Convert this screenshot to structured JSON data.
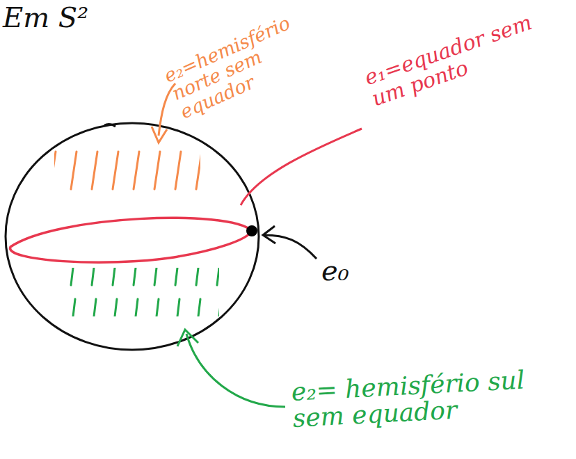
{
  "diagram": {
    "title": "Em S²",
    "labels": [
      "e₂=hemisfério norte sem equador",
      "e₁=equador sem um ponto",
      "e₀",
      "e₂= hemisfério sul sem equador"
    ]
  }
}
